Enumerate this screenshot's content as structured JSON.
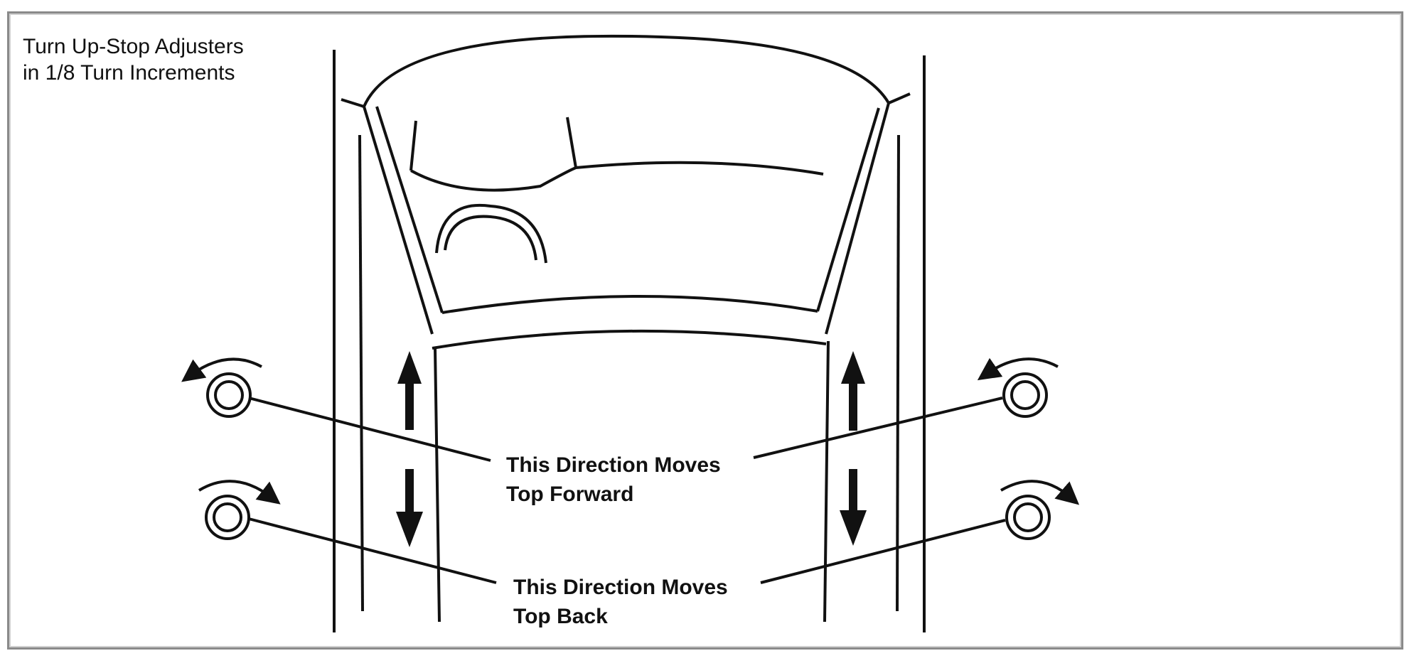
{
  "instruction": {
    "line1": "Turn Up-Stop  Adjusters",
    "line2": "in 1/8 Turn Increments"
  },
  "labels": {
    "forward": {
      "line1": "This Direction Moves",
      "line2": "Top Forward"
    },
    "back": {
      "line1": "This Direction Moves",
      "line2": "Top Back"
    }
  },
  "colors": {
    "ink": "#111111",
    "frame": "#8a8a8a"
  }
}
